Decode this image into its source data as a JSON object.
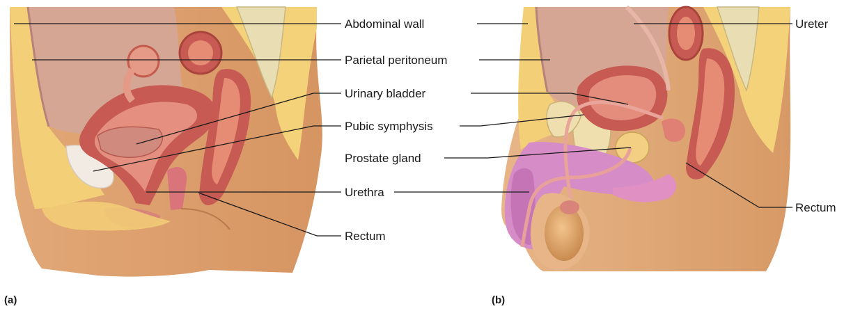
{
  "labels": {
    "abdominal_wall": "Abdominal wall",
    "parietal_peritoneum": "Parietal peritoneum",
    "urinary_bladder": "Urinary bladder",
    "pubic_symphysis": "Pubic symphysis",
    "prostate_gland": "Prostate gland",
    "urethra": "Urethra",
    "rectum_center": "Rectum",
    "ureter": "Ureter",
    "rectum_right": "Rectum"
  },
  "panels": {
    "a": "(a)",
    "b": "(b)"
  },
  "colors": {
    "skin": "#e6b183",
    "fat": "#f4d27a",
    "muscle": "#c9584f",
    "muscle_light": "#e98e80",
    "cavity": "#d7aa9a",
    "bone": "#efe0b4",
    "penis_tissue": "#d58cc7",
    "testis": "#e7a86b"
  }
}
